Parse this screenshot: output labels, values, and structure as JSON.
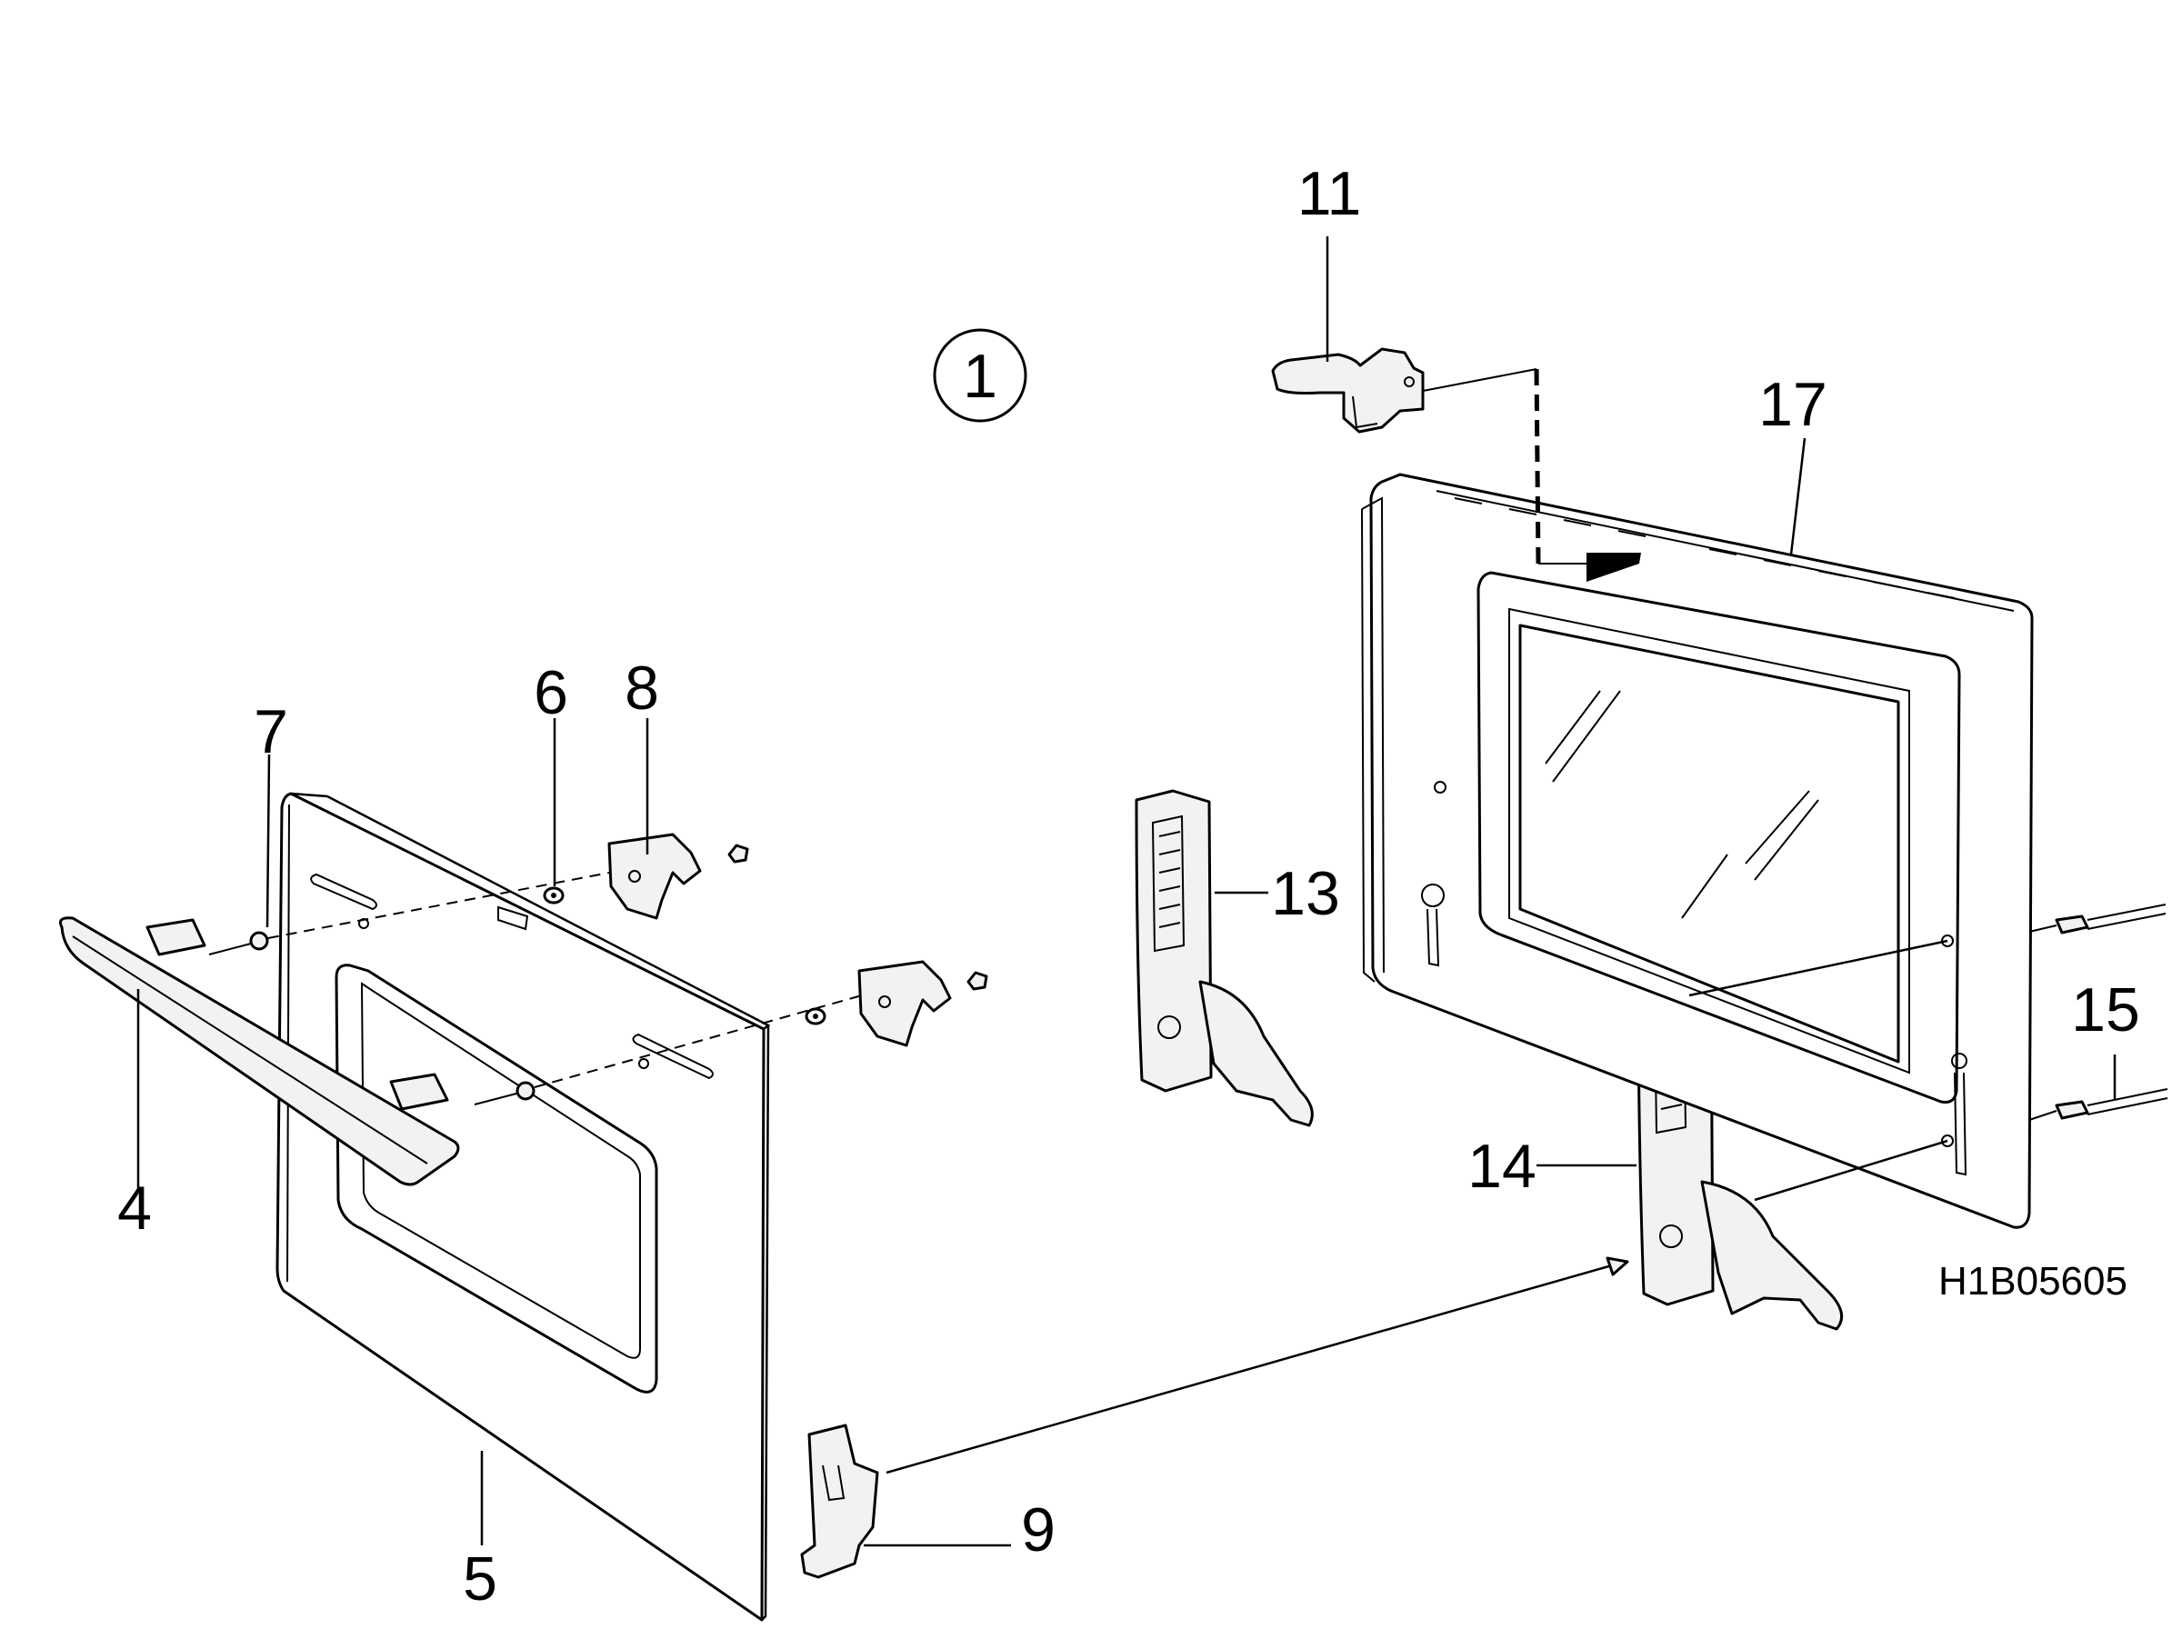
{
  "diagram": {
    "group_marker": "1",
    "drawing_code": "H1B05605",
    "callouts": {
      "c4": "4",
      "c5": "5",
      "c6": "6",
      "c7": "7",
      "c8": "8",
      "c9": "9",
      "c11": "11",
      "c13": "13",
      "c14": "14",
      "c15": "15",
      "c17": "17"
    }
  }
}
